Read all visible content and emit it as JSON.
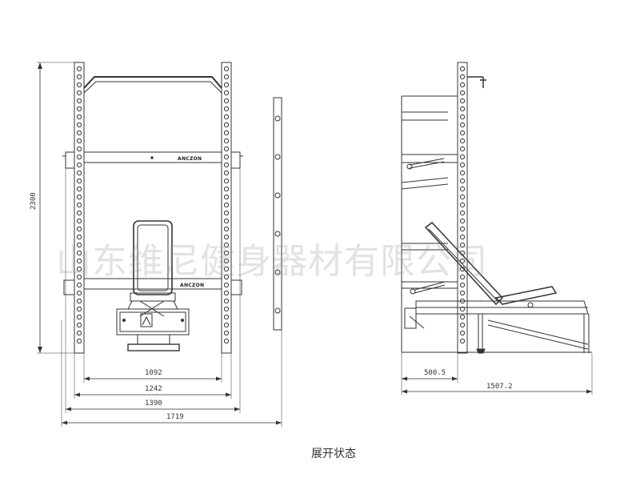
{
  "front_view": {
    "height_dim": "2300",
    "width_dims": [
      "1092",
      "1242",
      "1390",
      "1719"
    ],
    "brand_upper": "ANCZON",
    "brand_lower": "ANCZON"
  },
  "side_view": {
    "depth_dims": [
      "500.5",
      "1507.2"
    ]
  },
  "watermark": "山东维尼健身器材有限公司",
  "caption": "展开状态"
}
